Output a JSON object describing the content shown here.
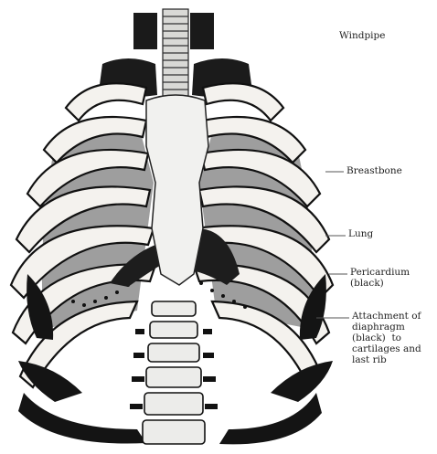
{
  "labels": {
    "windpipe": "Windpipe",
    "breastbone": "Breastbone",
    "lung": "Lung",
    "pericardium": "Pericardium\n(black)",
    "attachment": "Attachment of\ndiaphragm\n(black)  to\ncartilages and\nlast rib"
  },
  "colors": {
    "ink": "#111111",
    "rib_fill": "#f4f2ee",
    "lung_fill": "#a9a9a9",
    "bone_fill": "#f2f2f0"
  }
}
